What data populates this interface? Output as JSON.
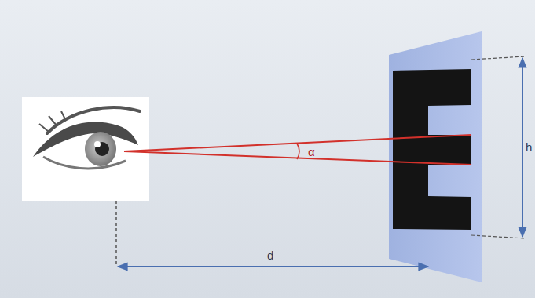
{
  "diagram": {
    "labels": [
      "α",
      "d",
      "h"
    ]
  }
}
